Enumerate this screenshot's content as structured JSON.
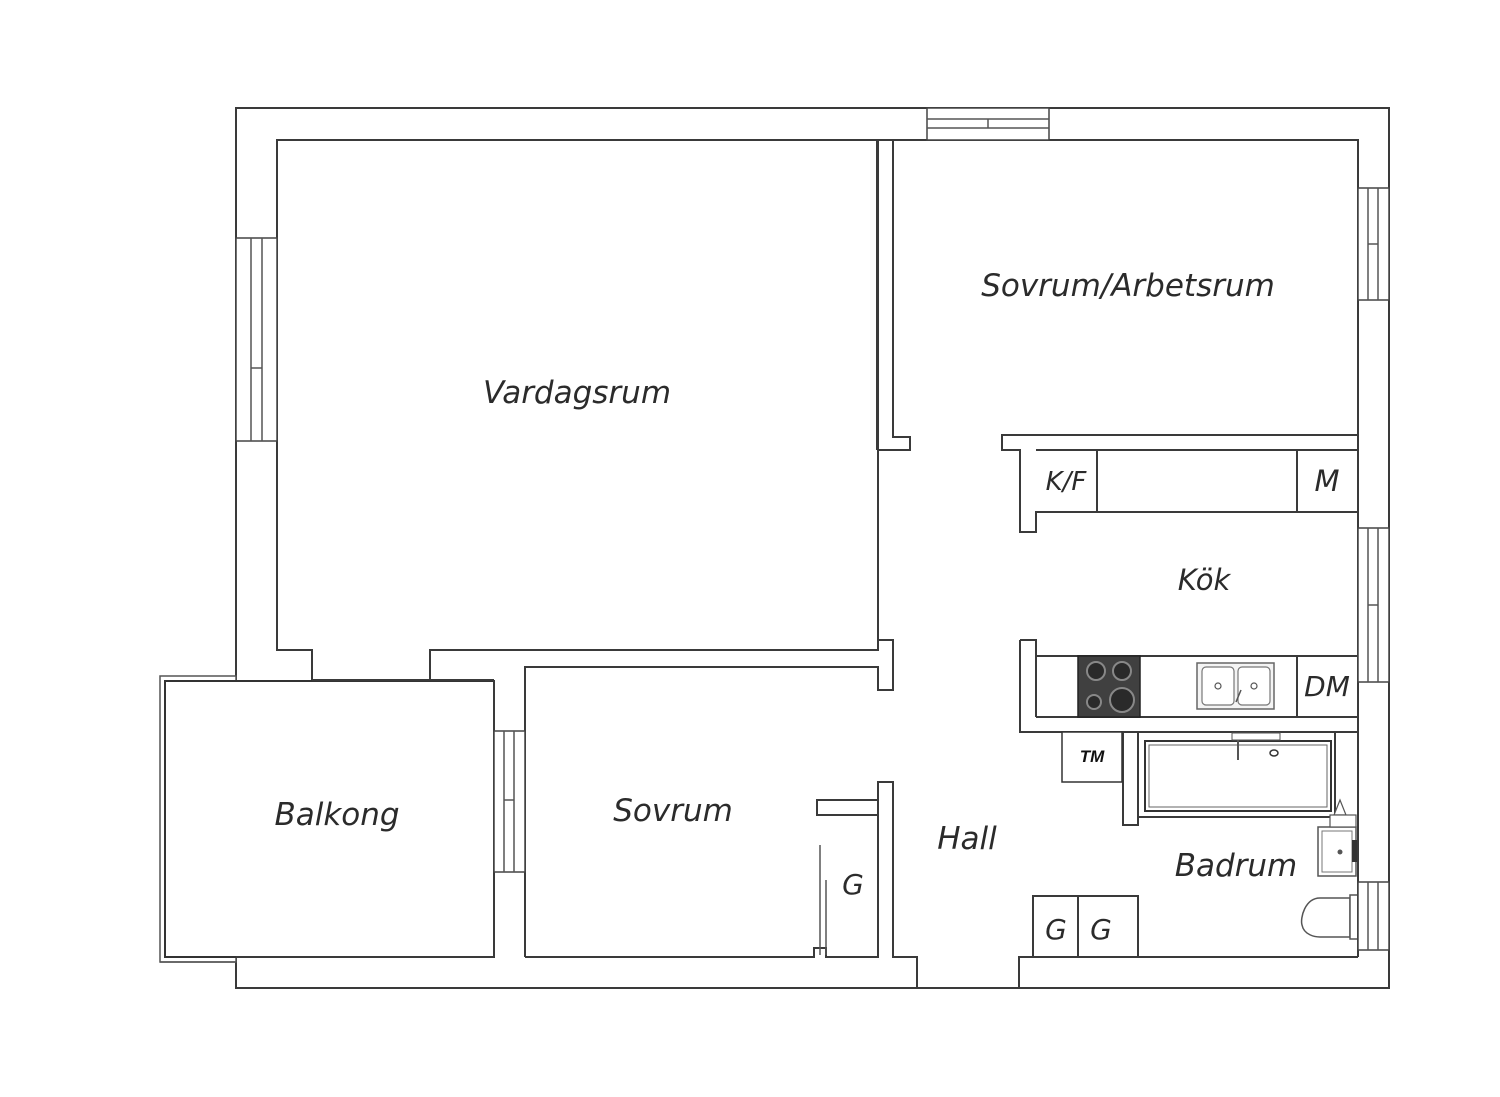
{
  "rooms": {
    "vardagsrum": "Vardagsrum",
    "sovrum_arbetsrum": "Sovrum/Arbetsrum",
    "kok": "Kök",
    "sovrum": "Sovrum",
    "balkong": "Balkong",
    "hall": "Hall",
    "badrum": "Badrum"
  },
  "fixtures": {
    "kf": "K/F",
    "m": "M",
    "dm": "DM",
    "tm": "TM",
    "g_sovrum": "G",
    "g_hall_1": "G",
    "g_hall_2": "G"
  },
  "colors": {
    "wall": "#3a3a3a",
    "stove": "#404040",
    "background": "#ffffff"
  }
}
